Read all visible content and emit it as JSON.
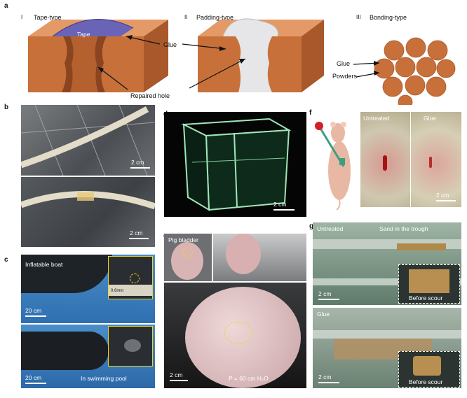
{
  "panel_letters": {
    "a": "a",
    "b": "b",
    "c": "c",
    "d": "d",
    "e": "e",
    "f": "f",
    "g": "g"
  },
  "panel_a": {
    "roman": [
      "I",
      "II",
      "III"
    ],
    "titles": [
      "Tape-type",
      "Padding-type",
      "Bonding-type"
    ],
    "tape_label": "Tape",
    "glue_label": "Glue",
    "repaired_hole_label": "Repaired hole",
    "glue_label_iii": "Glue",
    "powders_label": "Powders"
  },
  "panel_b": {
    "scale_top": "2 cm",
    "scale_bottom": "2 cm"
  },
  "panel_c": {
    "top_label": "Inflatable boat",
    "scale_top": "20 cm",
    "inset_ruler": "0.6mm",
    "scale_bottom": "20 cm",
    "bottom_label": "In swimming pool"
  },
  "panel_d": {
    "scale": "2 cm"
  },
  "panel_e": {
    "label": "Pig bladder",
    "scale": "2 cm",
    "pressure": "P = 60 cm H₂O"
  },
  "panel_f": {
    "untreated": "Untreated",
    "glue": "Glue",
    "scale": "2 cm"
  },
  "panel_g": {
    "untreated": "Untreated",
    "sand_label": "Sand in the trough",
    "scale_top": "2 cm",
    "before_top": "Before scour",
    "glue": "Glue",
    "scale_bottom": "2 cm",
    "before_bottom": "Before scour"
  },
  "colors": {
    "clay": "#c8703a",
    "tape": "#6a64b8",
    "inset_border": "#e9d82a",
    "dashed": "#f0d51c"
  }
}
